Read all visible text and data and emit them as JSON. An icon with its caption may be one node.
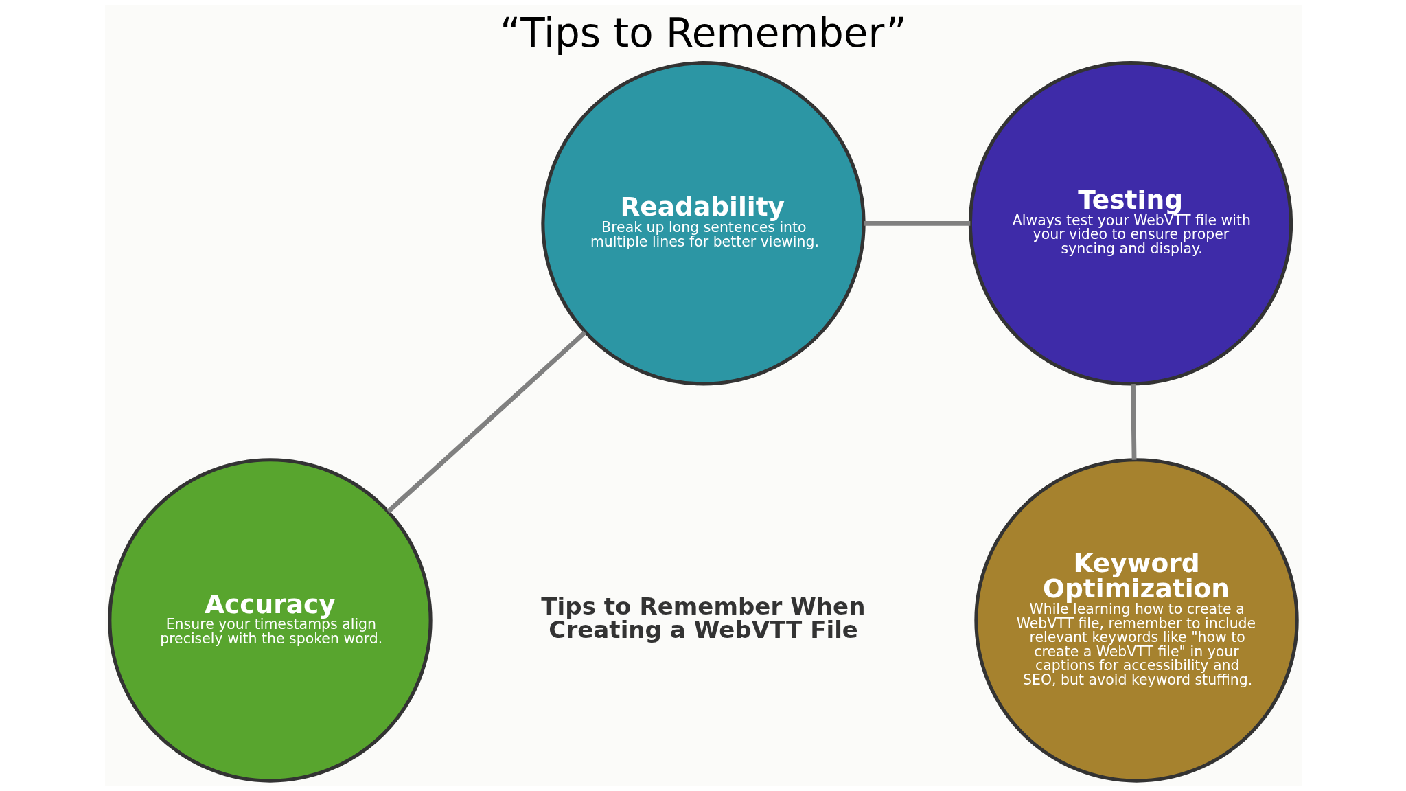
{
  "diagram": {
    "title": "“Tips to Remember”",
    "nodes": [
      {
        "text": [
          "Readability",
          "Break up long sentences into multiple lines for better viewing."
        ]
      },
      {
        "text": [
          "Testing",
          "Always test your WebVTT file with your video to ensure proper syncing and display."
        ]
      },
      {
        "text": [
          "Accuracy",
          "Ensure your timestamps align precisely with the spoken word."
        ]
      },
      {
        "text": [
          "Keyword Optimization",
          "While learning how to create a WebVTT file, remember to include relevant keywords like \"how to create a WebVTT file\" in your captions for accessibility and SEO, but avoid keyword stuffing."
        ]
      }
    ],
    "edges": [
      {
        "from": 2,
        "to": 0,
        "arrow": "none"
      },
      {
        "from": 0,
        "to": 1,
        "arrow": "none"
      },
      {
        "from": 1,
        "to": 3,
        "arrow": "none"
      }
    ],
    "labels": [
      "Tips to Remember When Creating a WebVTT File"
    ]
  }
}
